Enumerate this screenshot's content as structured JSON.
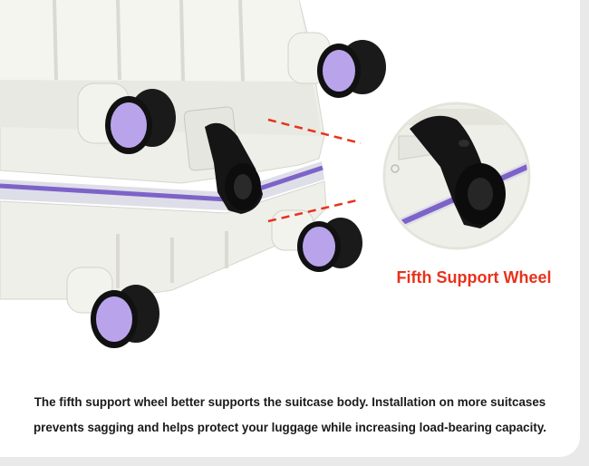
{
  "callout": {
    "label": "Fifth Support Wheel"
  },
  "caption": {
    "line1": "The fifth support wheel better supports the suitcase body. Installation on more suitcases",
    "line2": "prevents sagging and helps protect your luggage while increasing load-bearing capacity."
  },
  "colors": {
    "accent_red": "#e8321c",
    "wheel_purple": "#b9a4ec",
    "zipper_purple": "#7d63c8",
    "shell": "#efefe9"
  },
  "icons": [
    "suitcase-image",
    "spinner-wheel-icon",
    "support-wheel-icon",
    "dashed-leader-line"
  ]
}
